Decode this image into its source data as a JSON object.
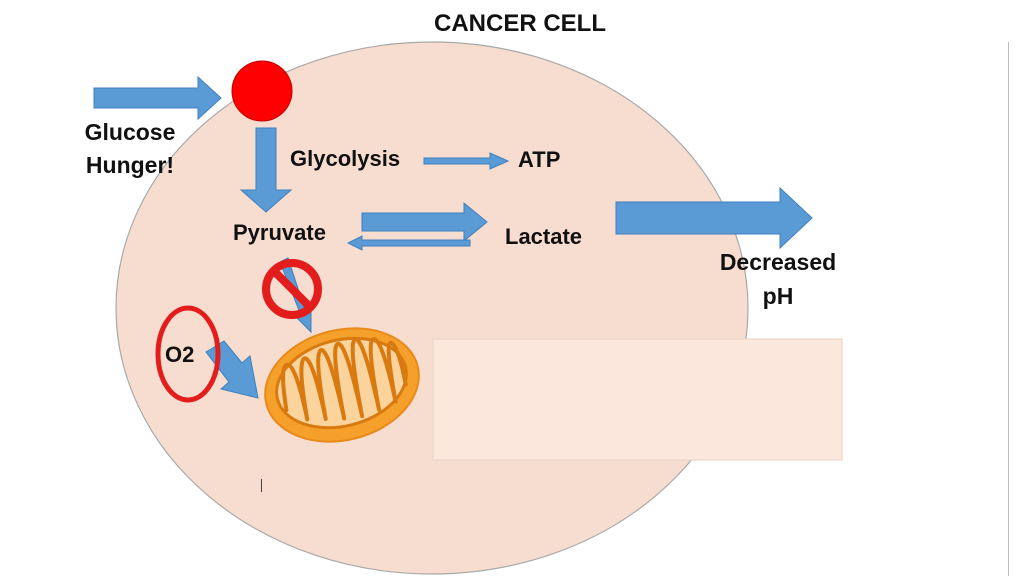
{
  "title": "CANCER CELL",
  "labels": {
    "glucose": "Glucose",
    "hunger": "Hunger!",
    "glycolysis": "Glycolysis",
    "atp": "ATP",
    "pyruvate": "Pyruvate",
    "lactate": "Lactate",
    "decreased": "Decreased",
    "ph": "pH",
    "o2": "O2"
  },
  "colors": {
    "cell_fill": "#f7ddd0",
    "arrow_blue": "#5b9bd5",
    "arrow_stroke": "#3e7fbf",
    "glucose_dot": "#ff0000",
    "prohibit_red": "#e31c1c",
    "mito_orange": "#f5a02a",
    "mito_inner": "#fbd39d",
    "overlay_box": "#fbe7db"
  },
  "icons": [
    "glucose-molecule-icon",
    "no-entry-icon",
    "mitochondrion-icon",
    "oxygen-circle-icon"
  ]
}
